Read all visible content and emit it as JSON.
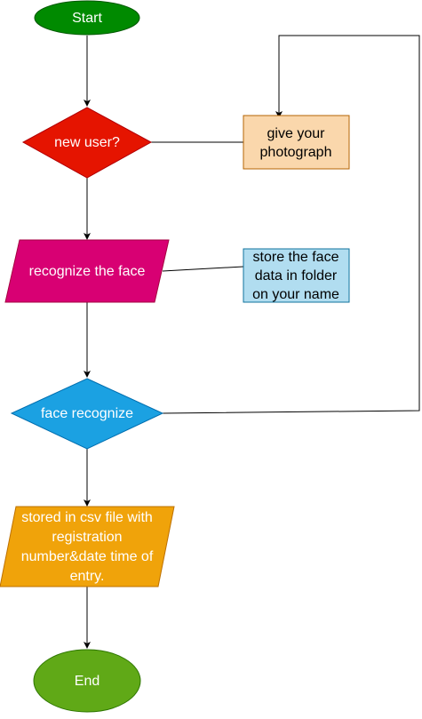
{
  "nodes": {
    "start": {
      "label": "Start",
      "fill": "#008a00",
      "stroke": "#005700"
    },
    "new_user": {
      "label": "new user?",
      "fill": "#e51400",
      "stroke": "#b20000"
    },
    "give_photo": {
      "lines": [
        "give your",
        "photograph"
      ],
      "fill": "#fad7ac",
      "stroke": "#b46504"
    },
    "recognize_face": {
      "label": "recognize the face",
      "fill": "#d80073",
      "stroke": "#a50040"
    },
    "store_face": {
      "lines": [
        "store the face",
        "data in folder",
        "on your name"
      ],
      "fill": "#b1ddf0",
      "stroke": "#10739e"
    },
    "face_recognize": {
      "label": "face recognize",
      "fill": "#1ba1e2",
      "stroke": "#006eaf"
    },
    "stored_csv": {
      "lines": [
        "stored in csv file with",
        "registration",
        "number&date time of",
        "entry."
      ],
      "fill": "#f0a30a",
      "stroke": "#bd7000"
    },
    "end": {
      "label": "End",
      "fill": "#60a917",
      "stroke": "#2d7600"
    }
  }
}
